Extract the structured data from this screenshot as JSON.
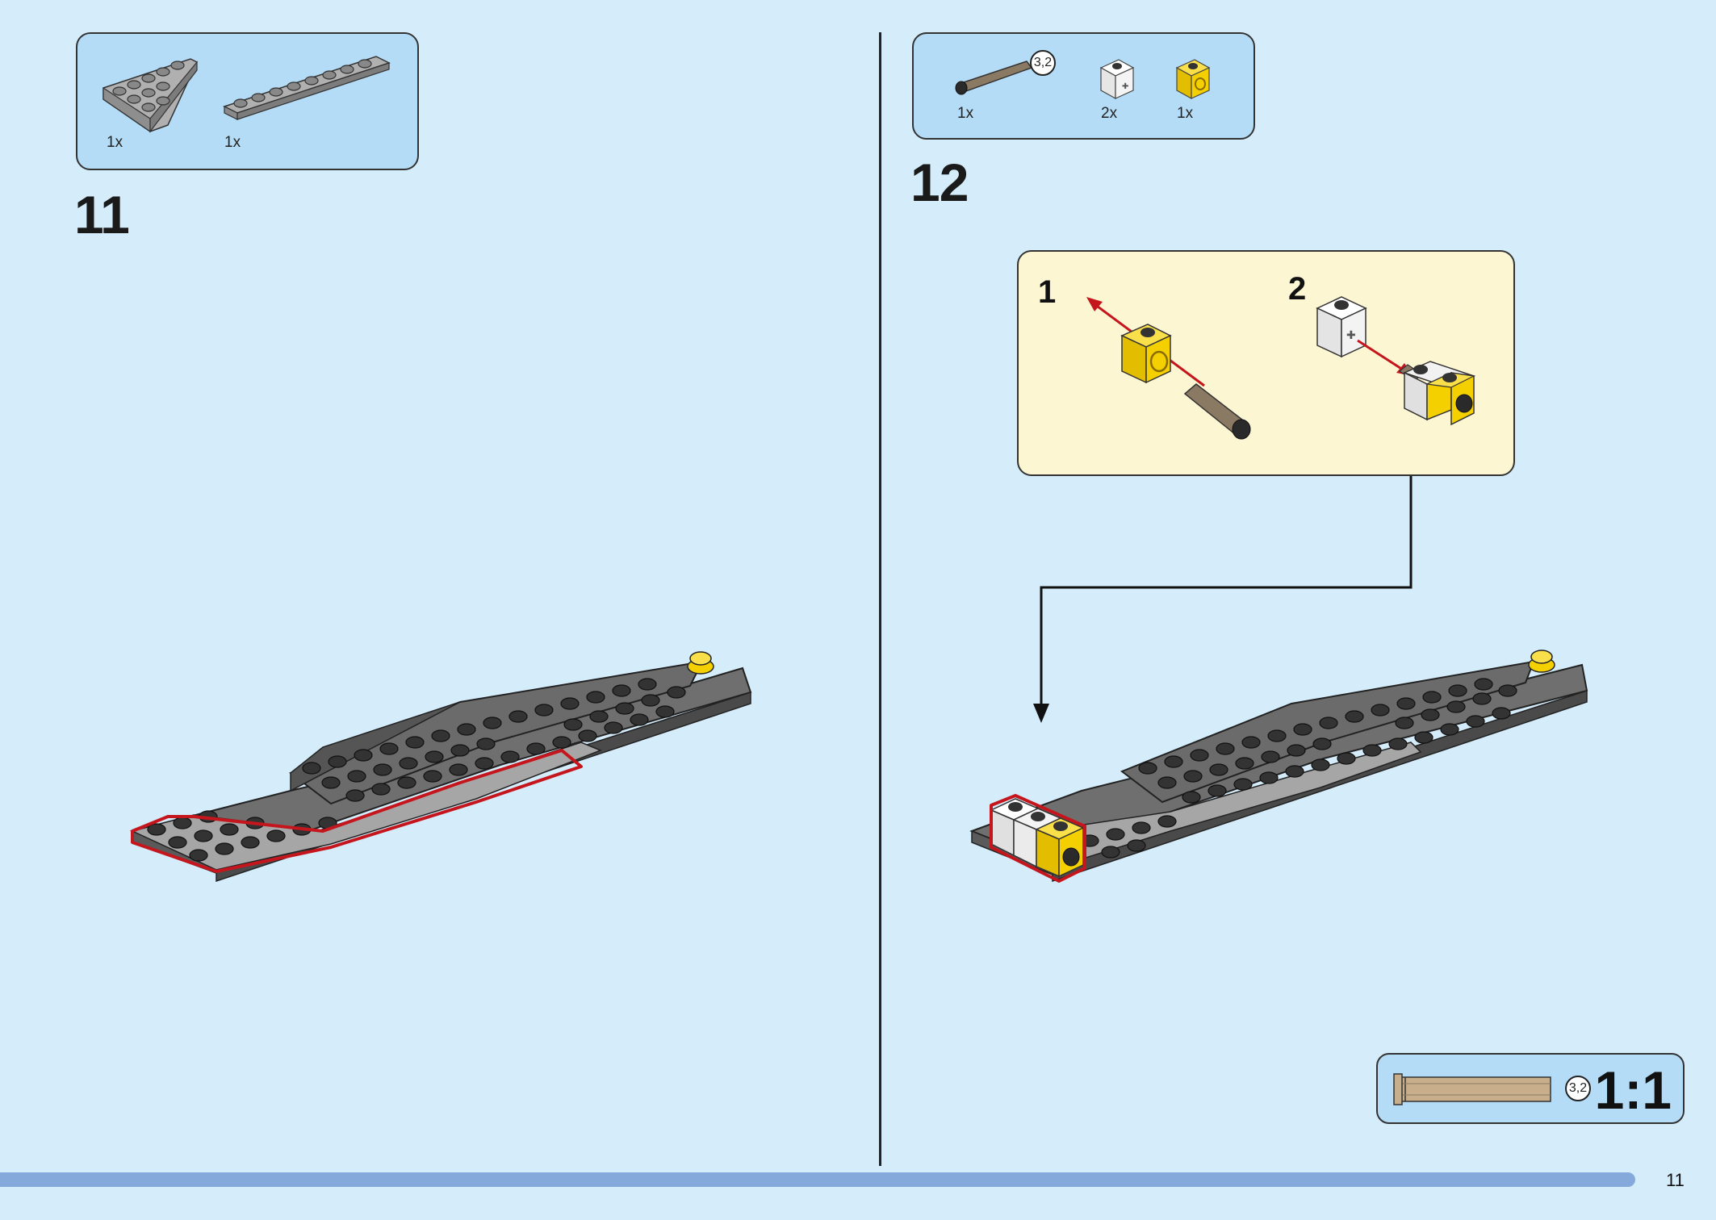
{
  "step11": {
    "number": "11",
    "parts": [
      {
        "name": "wedge-plate-4x4",
        "qty": "1x",
        "color": "#a9a9a9"
      },
      {
        "name": "plate-1x8",
        "qty": "1x",
        "color": "#a9a9a9"
      }
    ]
  },
  "step12": {
    "number": "12",
    "parts": [
      {
        "name": "axle-3.2",
        "qty": "1x",
        "length_label": "3,2",
        "color": "#8b7a63"
      },
      {
        "name": "technic-brick-white",
        "qty": "2x",
        "color": "#f2f2f2"
      },
      {
        "name": "technic-brick-yellow",
        "qty": "1x",
        "color": "#f4d000"
      }
    ],
    "substeps": [
      {
        "label": "1"
      },
      {
        "label": "2"
      }
    ]
  },
  "scale_reference": {
    "length_label": "3,2",
    "scale": "1:1"
  },
  "page_number": "11",
  "colors": {
    "background": "#d5edfb",
    "parts_box": "#b5dcf6",
    "callout": "#fdf6d3",
    "highlight": "#c4161c",
    "bottom_bar": "#86a9dc"
  }
}
